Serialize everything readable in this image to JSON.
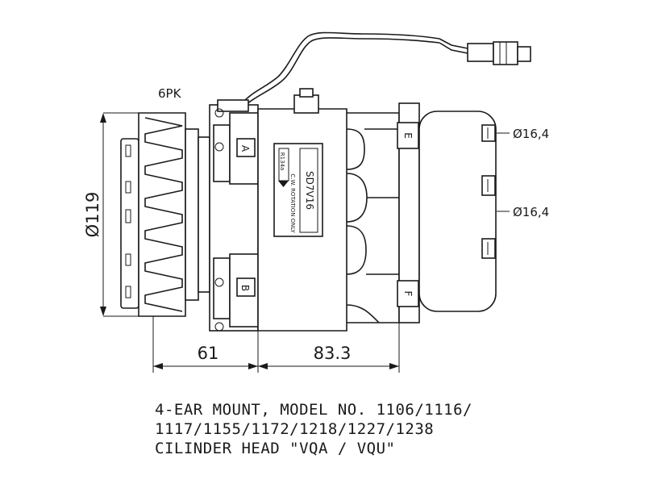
{
  "labels": {
    "pulley": "6PK",
    "fitting_top": "Ø16,4",
    "fitting_bottom": "Ø16,4",
    "diameter": "Ø119",
    "dim_left": "61",
    "dim_right": "83.3",
    "port_a": "A",
    "port_b": "B",
    "port_e": "E",
    "port_f": "F",
    "model_plate": "SD7V16",
    "refrigerant": "R134a",
    "rotation": "C.W. ROTATION ONLY"
  },
  "caption": {
    "line1": "4-EAR MOUNT, MODEL NO. 1106/1116/",
    "line2": "1117/1155/1172/1218/1227/1238",
    "line3": "CILINDER HEAD \"VQA / VQU\""
  }
}
